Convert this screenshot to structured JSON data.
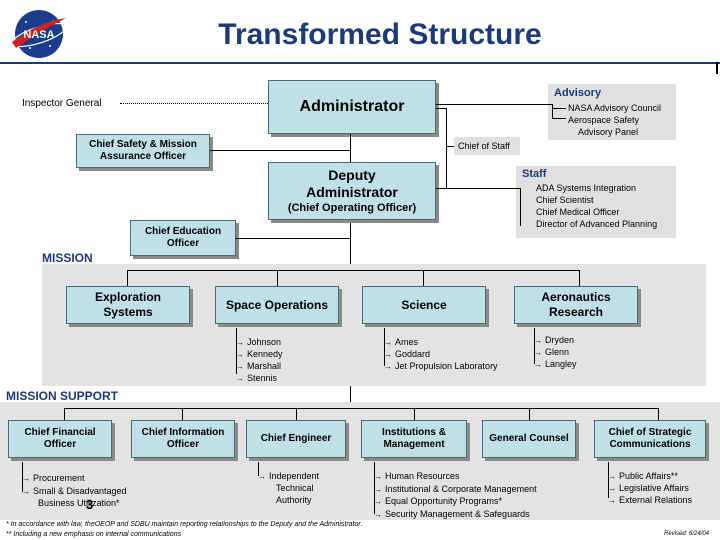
{
  "title": "Transformed Structure",
  "logo_text": "NASA",
  "inspector_general": "Inspector General",
  "administrator": "Administrator",
  "chief_of_staff": "Chief of Staff",
  "chief_safety": "Chief Safety & Mission Assurance Officer",
  "deputy": {
    "line1": "Deputy",
    "line2": "Administrator",
    "line3": "(Chief Operating Officer)"
  },
  "chief_education": "Chief Education Officer",
  "advisory": {
    "title": "Advisory",
    "items": [
      "NASA Advisory Council",
      "Aerospace Safety",
      "Advisory Panel"
    ]
  },
  "staff": {
    "title": "Staff",
    "items": [
      "ADA Systems Integration",
      "Chief Scientist",
      "Chief Medical Officer",
      "Director of Advanced Planning"
    ]
  },
  "mission": {
    "label": "MISSION",
    "boxes": [
      "Exploration Systems",
      "Space Operations",
      "Science",
      "Aeronautics Research"
    ],
    "space_ops_centers": [
      "Johnson",
      "Kennedy",
      "Marshall",
      "Stennis"
    ],
    "science_centers": [
      "Ames",
      "Goddard",
      "Jet Propulsion Laboratory"
    ],
    "aero_centers": [
      "Dryden",
      "Glenn",
      "Langley"
    ]
  },
  "mission_support": {
    "label": "MISSION SUPPORT",
    "boxes": [
      "Chief Financial Officer",
      "Chief Information Officer",
      "Chief Engineer",
      "Institutions & Management",
      "General Counsel",
      "Chief of Strategic Communications"
    ],
    "cfo_items": [
      "Procurement",
      "Small & Disadvantaged",
      "Business Utilization*"
    ],
    "engineer_items": [
      "Independent",
      "Technical",
      "Authority"
    ],
    "inst_items": [
      "Human Resources",
      "Institutional & Corporate Management",
      "Equal Opportunity Programs*",
      "Security Management & Safeguards"
    ],
    "comm_items": [
      "Public Affairs**",
      "Legislative Affairs",
      "External Relations"
    ]
  },
  "page_number": "3",
  "footnote1": "* In accordance with law, theOEOP and SDBU maintain reporting relationships to the Deputy and the Administrator.",
  "footnote2": "** Including a new emphasis on internal communications",
  "revised": "Revised: 6/24/04",
  "colors": {
    "title": "#1b3a7a",
    "box_fill": "#bfe0e6",
    "band": "#e3e3e3",
    "logo_blue": "#1a3c8c",
    "logo_red": "#cc2222"
  }
}
